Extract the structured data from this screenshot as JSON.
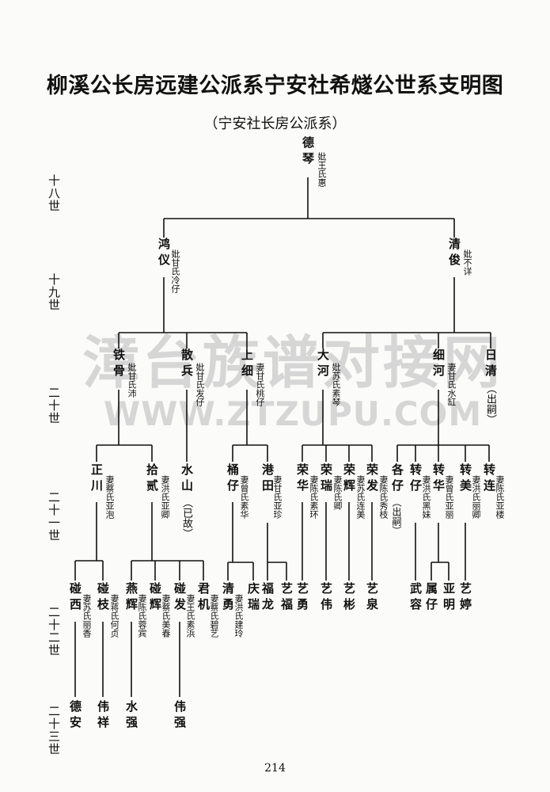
{
  "title": "柳溪公长房远建公派系宁安社希燧公世系支明图",
  "subtitle": "（宁安社长房公派系）",
  "watermark": {
    "line1": "漳台族谱对接网",
    "line2": "WWW.ZTZUPU.COM"
  },
  "page_number": "214",
  "generations": [
    "十八世",
    "十九世",
    "二十世",
    "二十一世",
    "二十二世",
    "二十三世"
  ],
  "people": {
    "deqin": {
      "name": "德琴",
      "note": "妣王氏惠"
    },
    "hongyi": {
      "name": "鸿仪",
      "note": "妣甘氏冷仔"
    },
    "qingjun": {
      "name": "清俊",
      "note": "妣不详"
    },
    "tiegu": {
      "name": "铁骨",
      "note": "妣甘氏沛"
    },
    "sanbing": {
      "name": "散兵",
      "note": "妣甘氏发仔"
    },
    "shangxi": {
      "name": "上细",
      "note": "妻甘氏桃仔"
    },
    "dahe": {
      "name": "大河",
      "note": "妣苏氏素琴"
    },
    "xihe": {
      "name": "细河",
      "note": "妻甘氏水缸"
    },
    "riqing": {
      "name": "日清",
      "note": "（出嗣）"
    },
    "zhengchuan": {
      "name": "正川",
      "note": "妻蔡氏亚泡"
    },
    "shier": {
      "name": "拾贰",
      "note": "妻洪氏亚卿"
    },
    "shuishan": {
      "name": "水山",
      "note": "（已故）"
    },
    "tongzai": {
      "name": "桶仔",
      "note": "妻曾氏素华"
    },
    "gangtian": {
      "name": "港田",
      "note": "妻甘氏亚珍"
    },
    "ronghua": {
      "name": "荣华",
      "note": "妻陈氏素环"
    },
    "rongrui": {
      "name": "荣瑞",
      "note": "妻陈氏卿"
    },
    "ronghui": {
      "name": "荣辉",
      "note": "妻苏氏连美"
    },
    "rongfa": {
      "name": "荣发",
      "note": "妻陈氏秀枝"
    },
    "gezai": {
      "name": "各仔",
      "note": "（出嗣）"
    },
    "zhuanzai": {
      "name": "转仔",
      "note": "妻洪氏黑妹"
    },
    "zhuanhua": {
      "name": "转华",
      "note": "妻曾氏亚丽"
    },
    "zhuanmei": {
      "name": "转美",
      "note": "妻洪氏丽卿"
    },
    "zhuanlian": {
      "name": "转连",
      "note": "妻陈氏亚楼"
    },
    "pengxi": {
      "name": "碰西",
      "note": "妻苏氏丽香"
    },
    "pengzhi": {
      "name": "碰枝",
      "note": "妻蒋氏何贞"
    },
    "yanhui": {
      "name": "燕辉",
      "note": "妻陈氏蓉宾"
    },
    "penghui": {
      "name": "碰辉",
      "note": "妻蔡氏美春"
    },
    "pengfa": {
      "name": "碰发",
      "note": "妻王氏素浜"
    },
    "junji": {
      "name": "君机",
      "note": "妻蔡氏碧艺"
    },
    "qingyong": {
      "name": "清勇",
      "note": "妻洪氏建玲"
    },
    "qingrui": {
      "name": "庆瑞",
      "note": ""
    },
    "fulong": {
      "name": "福龙",
      "note": ""
    },
    "yifu": {
      "name": "艺福",
      "note": ""
    },
    "yiyong": {
      "name": "艺勇",
      "note": ""
    },
    "yiwei": {
      "name": "艺伟",
      "note": ""
    },
    "yibin": {
      "name": "艺彬",
      "note": ""
    },
    "yiquan": {
      "name": "艺泉",
      "note": ""
    },
    "wurong": {
      "name": "武容",
      "note": ""
    },
    "shuzai": {
      "name": "属仔",
      "note": ""
    },
    "yaming": {
      "name": "亚明",
      "note": ""
    },
    "yiting": {
      "name": "艺婷",
      "note": ""
    },
    "dean": {
      "name": "德安",
      "note": ""
    },
    "weixiang": {
      "name": "伟祥",
      "note": ""
    },
    "shuiqiang": {
      "name": "水强",
      "note": ""
    },
    "weiqiang": {
      "name": "伟强",
      "note": ""
    }
  }
}
